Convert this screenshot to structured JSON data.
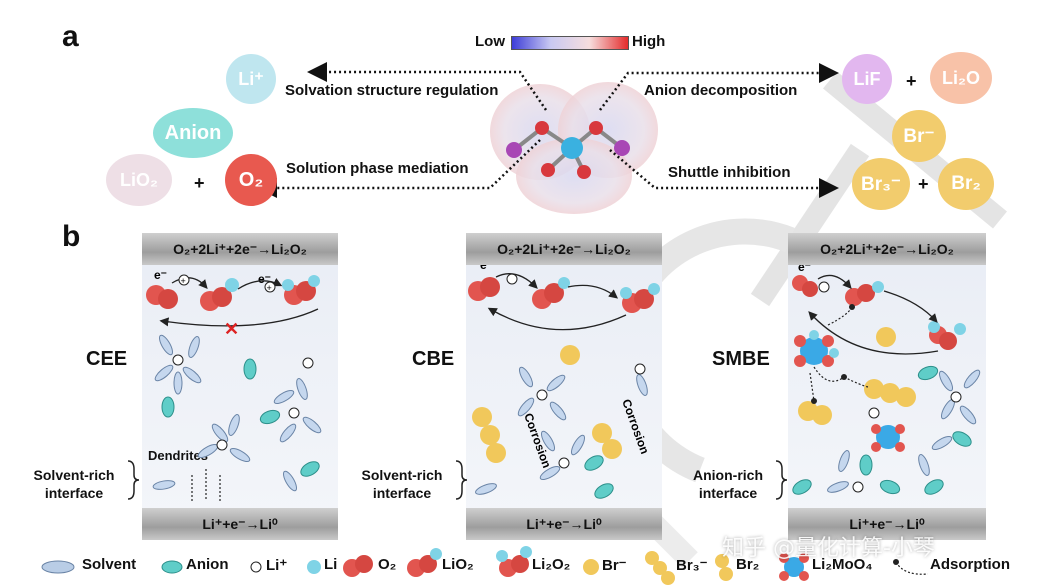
{
  "panel_a": {
    "letter": "a",
    "scale_low": "Low",
    "scale_high": "High",
    "arrows": {
      "solvation": "Solvation structure regulation",
      "solution": "Solution phase mediation",
      "anion_decomp": "Anion decomposition",
      "shuttle": "Shuttle inhibition"
    },
    "left_species": {
      "li_plus": "Li⁺",
      "anion": "Anion",
      "lio2": "LiO₂",
      "plus": "+",
      "o2": "O₂"
    },
    "right_species": {
      "lif": "LiF",
      "plus1": "+",
      "li2o": "Li₂O",
      "br_minus": "Br⁻",
      "br3_minus": "Br₃⁻",
      "plus2": "+",
      "br2": "Br₂"
    }
  },
  "panel_b": {
    "letter": "b",
    "top_reaction": "O₂+2Li⁺+2e⁻→Li₂O₂",
    "bottom_reaction": "Li⁺+e⁻→Li⁰",
    "electron": "e⁻",
    "cee": {
      "label": "CEE",
      "dendrites": "Dendrites",
      "interface_line1": "Solvent-rich",
      "interface_line2": "interface"
    },
    "cbe": {
      "label": "CBE",
      "corrosion": "Corrosion",
      "interface_line1": "Solvent-rich",
      "interface_line2": "interface"
    },
    "smbe": {
      "label": "SMBE",
      "interface_line1": "Anion-rich",
      "interface_line2": "interface"
    }
  },
  "legend": [
    "Solvent",
    "Anion",
    "Li⁺",
    "Li",
    "O₂",
    "LiO₂",
    "Li₂O₂",
    "Br⁻",
    "Br₃⁻",
    "Br₂",
    "Li₂MoO₄",
    "Adsorption"
  ],
  "watermark": "知乎 @量化计算-小琴",
  "colors": {
    "li": "#7fd3e6",
    "o2": "#e2554f",
    "anion": "#5fcdc8",
    "br": "#f1c85b",
    "solvent": "#b9cde6",
    "mo": "#3aa9e6"
  }
}
